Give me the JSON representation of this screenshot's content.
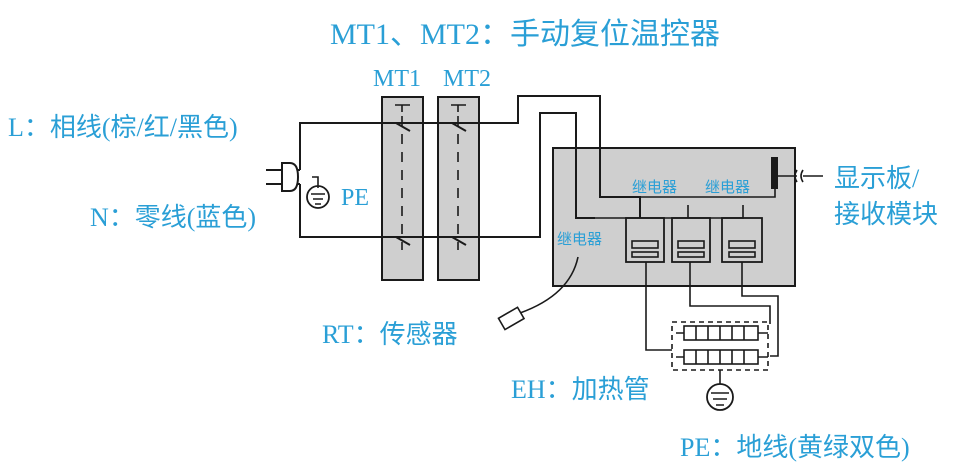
{
  "title": "MT1、MT2：手动复位温控器",
  "thermostats": {
    "mt1": "MT1",
    "mt2": "MT2"
  },
  "labels": {
    "live": "L：相线(棕/红/黑色)",
    "neutral": "N：零线(蓝色)",
    "pe_plug": "PE",
    "display": [
      "显示板/",
      "接收模块"
    ],
    "relay_left": "继电器",
    "relay_top_1": "继电器",
    "relay_top_2": "继电器",
    "sensor": "RT：传感器",
    "heater": "EH：加热管",
    "ground": "PE：地线(黄绿双色)"
  },
  "colors": {
    "label": "#2a9fd6",
    "line": "#1a1a1a",
    "panel": "#cfcfcf"
  }
}
